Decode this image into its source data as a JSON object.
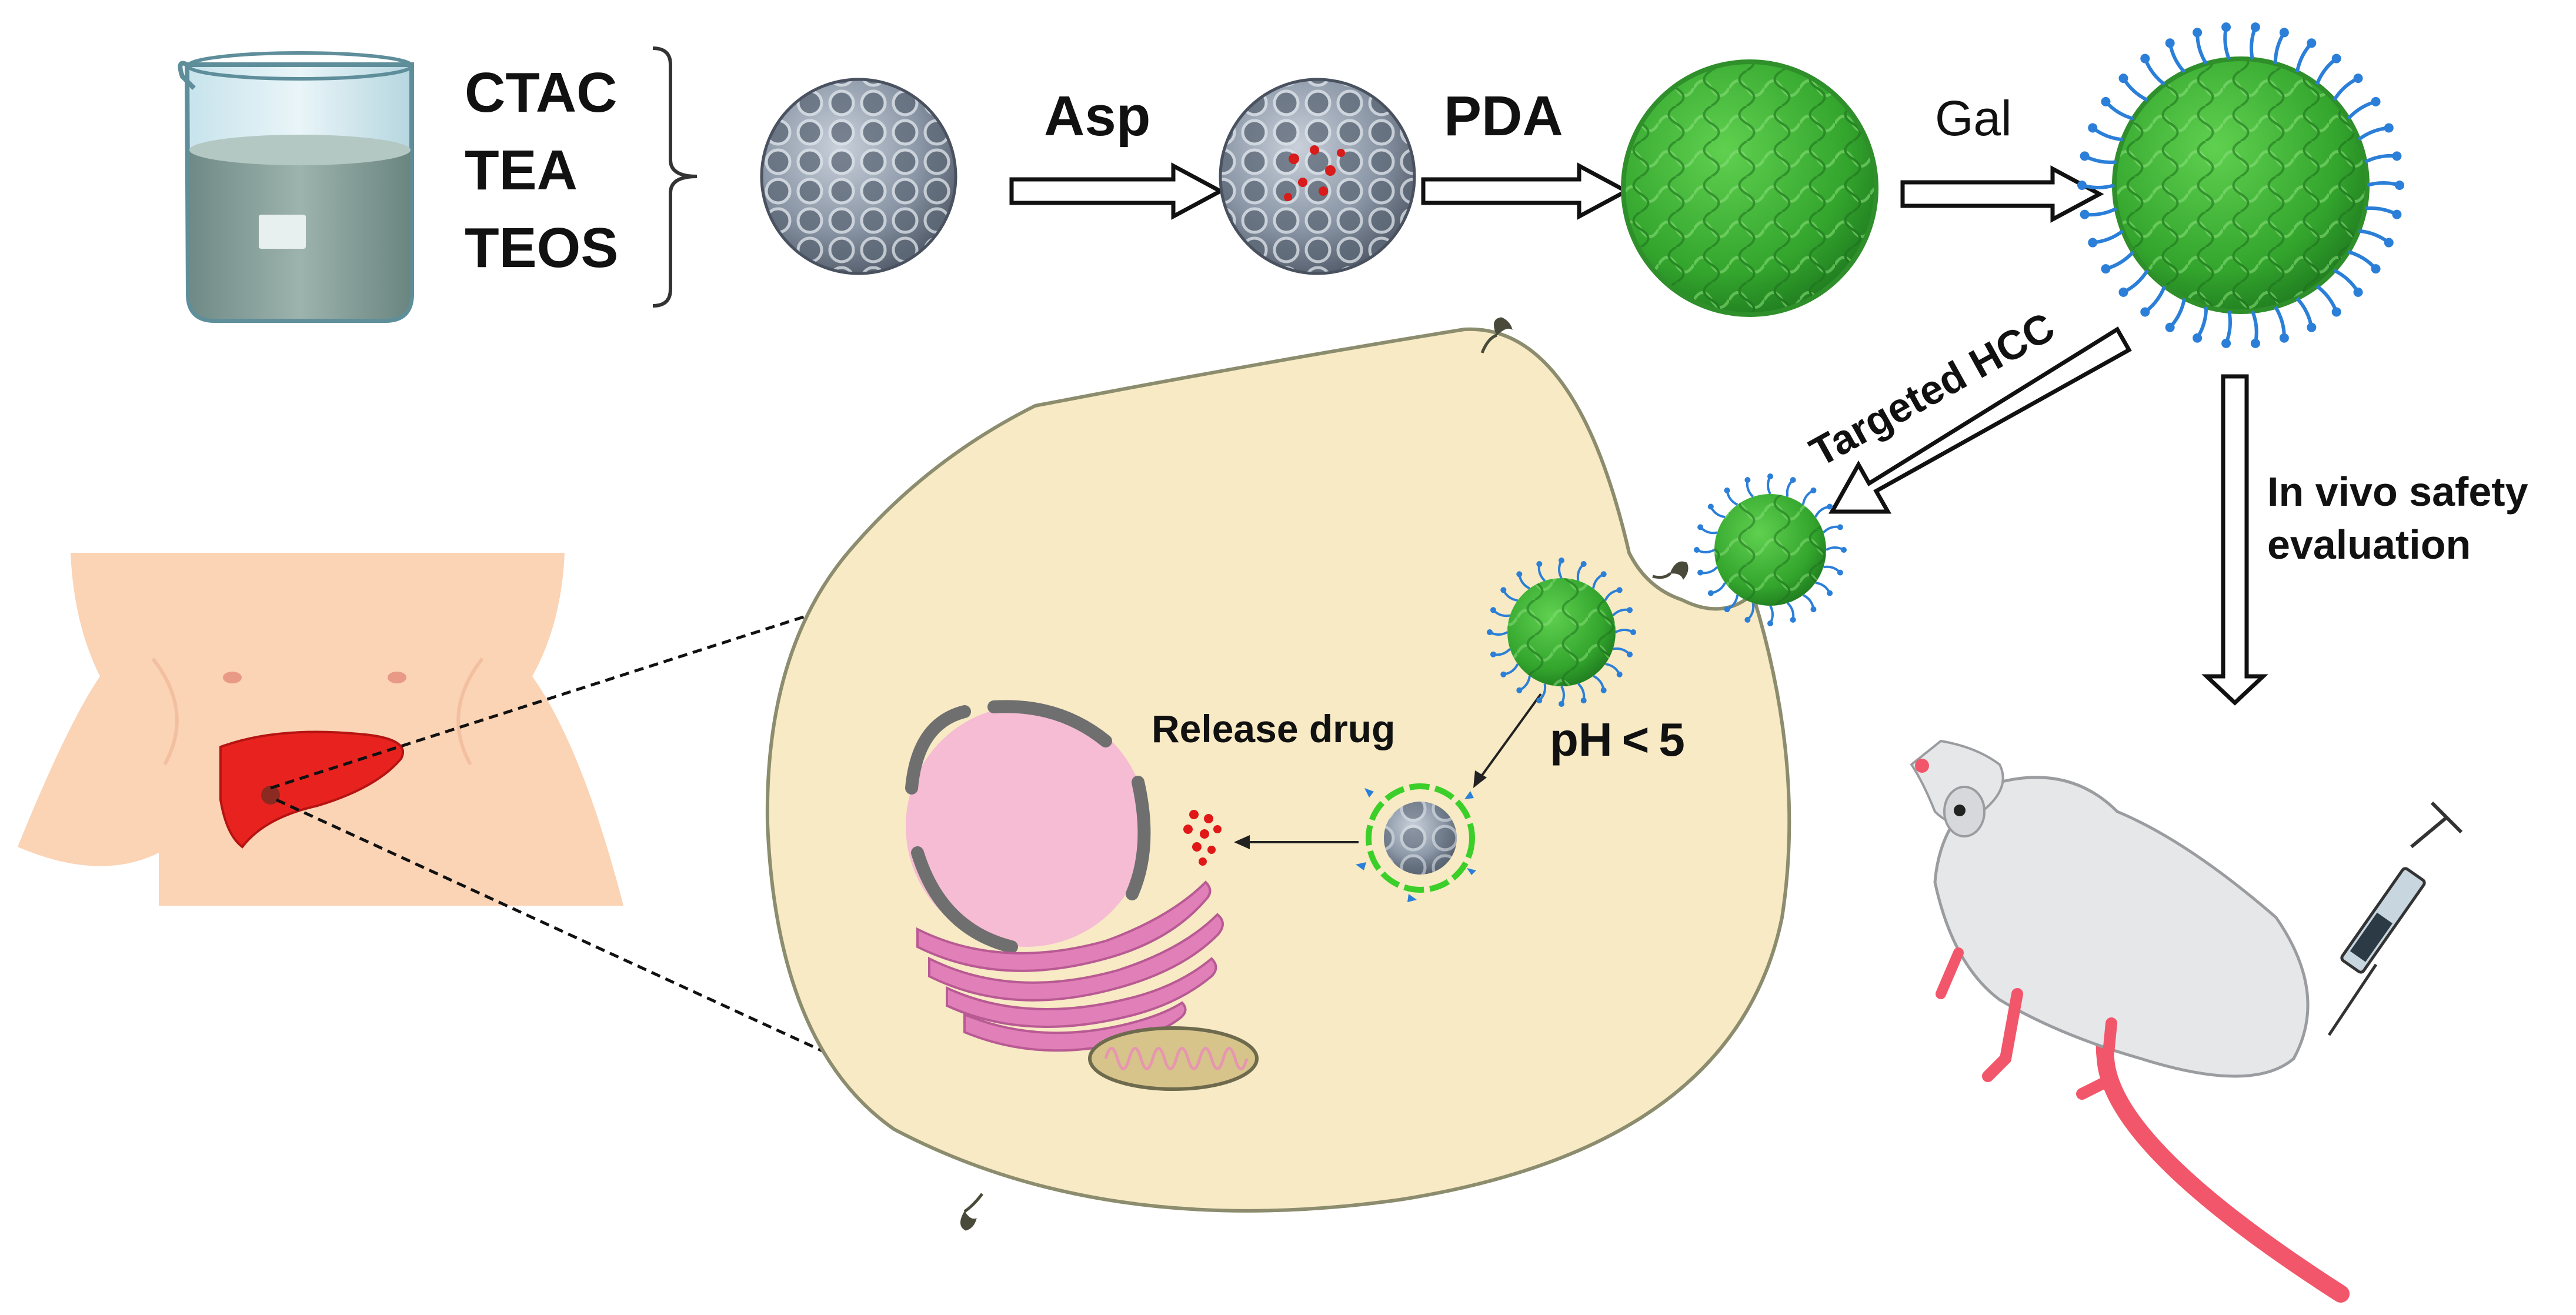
{
  "reagents": [
    "CTAC",
    "TEA",
    "TEOS"
  ],
  "steps": {
    "asp": "Asp",
    "pda": "PDA",
    "gal": "Gal"
  },
  "arrows": {
    "targeted": "Targeted HCC",
    "in_vivo_line1": "In vivo safety",
    "in_vivo_line2": "evaluation"
  },
  "cell": {
    "ph": "pH < 5",
    "release": "Release drug"
  },
  "colors": {
    "cell_fill": "#f7eac4",
    "cell_stroke": "#8c8c6e",
    "nucleus": "#f6bcd3",
    "golgi": "#e07fb8",
    "pda_green": "#46b83a",
    "silica_gray": "#8a96a6",
    "drug_red": "#e01818",
    "liver_red": "#e8231f",
    "skin": "#fbd3b5",
    "mouse_body": "#e6e7e9",
    "mouse_pink": "#f2566a",
    "ligand_blue": "#2b7fd8"
  }
}
